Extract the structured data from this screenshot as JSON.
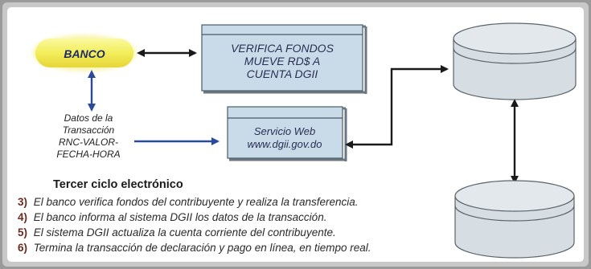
{
  "banco": {
    "label": "BANCO"
  },
  "verifica_box": {
    "lines": [
      "VERIFICA FONDOS",
      "MUEVE RD$ A",
      "CUENTA DGII"
    ]
  },
  "servicio_box": {
    "lines": [
      "Servicio Web",
      "www.dgii.gov.do"
    ]
  },
  "datos_label": {
    "lines": [
      "Datos de la",
      "Transacción",
      "RNC-VALOR-",
      "FECHA-HORA"
    ]
  },
  "section_title": "Tercer ciclo electrónico",
  "steps": [
    {
      "num": "3)",
      "text": "El banco verifica fondos del contribuyente y realiza la transferencia."
    },
    {
      "num": "4)",
      "text": "El banco informa al sistema DGII los datos de la transacción."
    },
    {
      "num": "5)",
      "text": "El sistema DGII actualiza la cuenta corriente del contribuyente."
    },
    {
      "num": "6)",
      "text": "Termina la transacción de declaración y pago en línea, en tiempo real."
    }
  ],
  "colors": {
    "banco_fill": "#f5f26a",
    "box_fill": "#c9dbe8",
    "box_border": "#4a5a66",
    "arrow_black": "#1a1a1a",
    "arrow_blue": "#2b4a9e",
    "step_num": "#6a2a1e",
    "body_text": "#2a2a2a",
    "cylinder_fill": "#d6dde3"
  }
}
